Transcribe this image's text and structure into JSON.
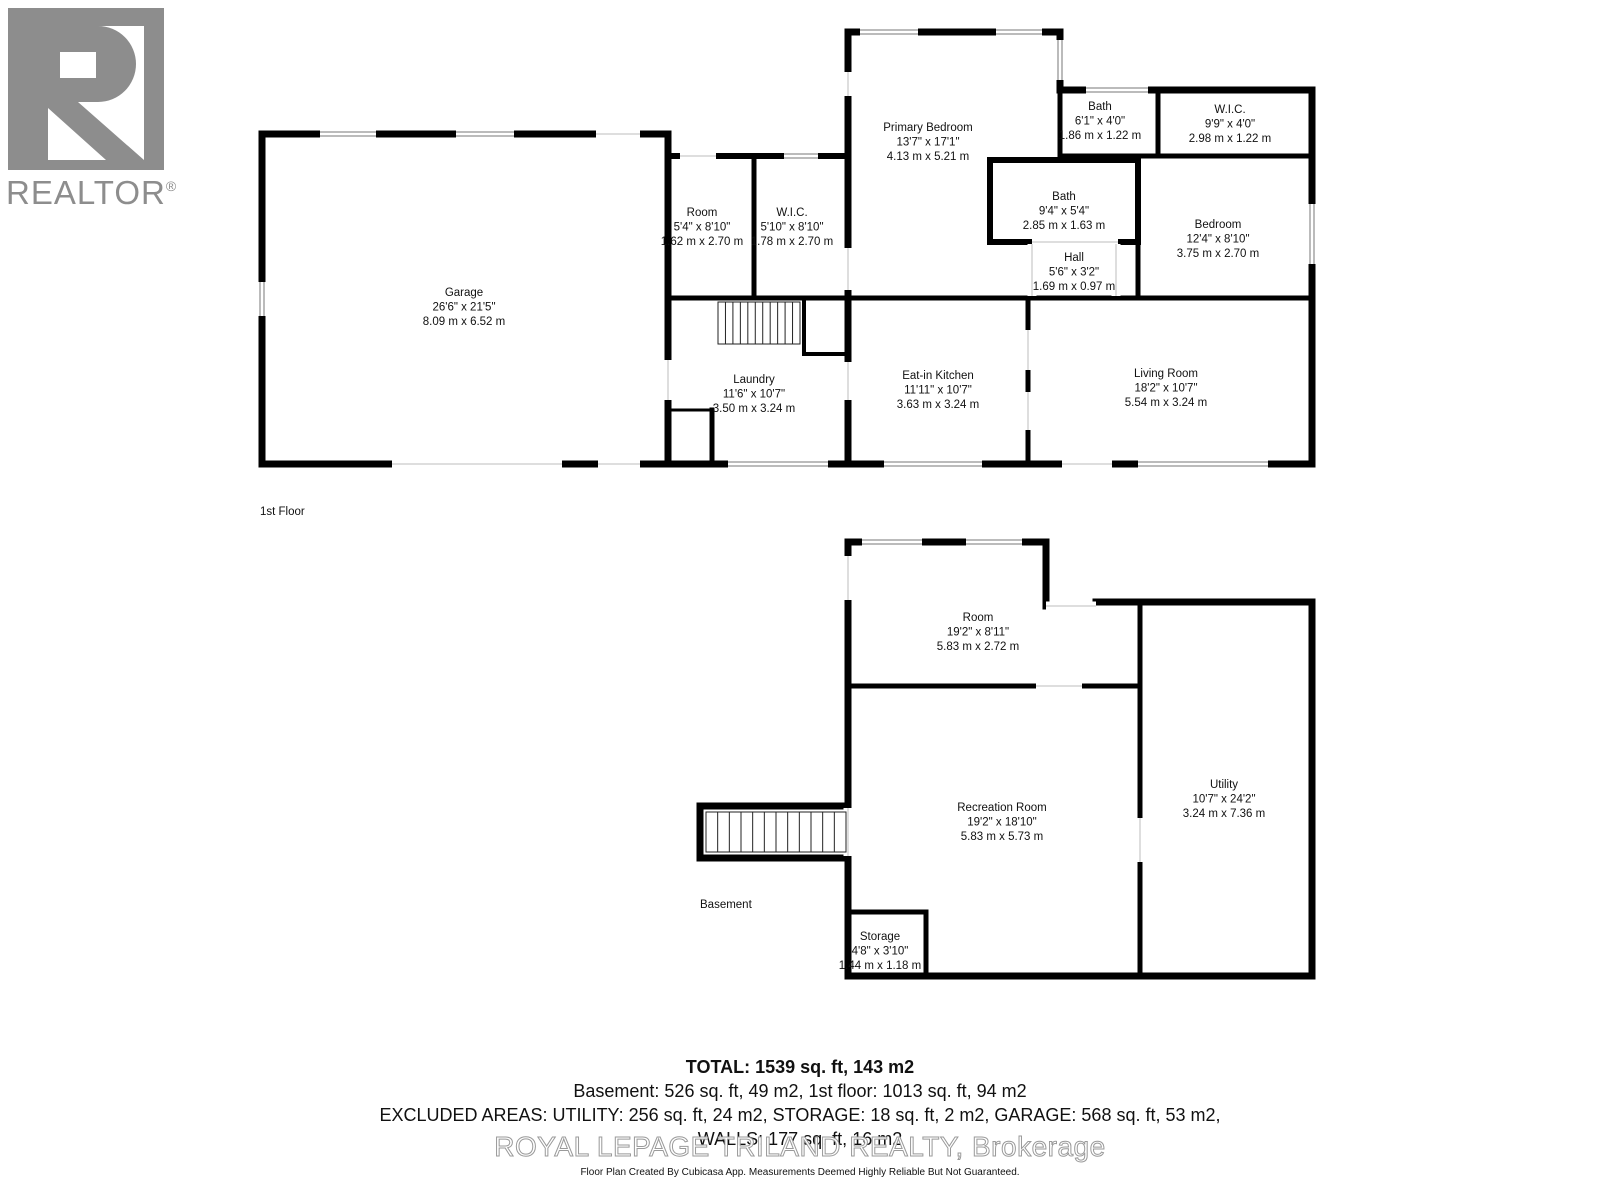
{
  "logo": {
    "text": "REALTOR",
    "mark": "®"
  },
  "floors": [
    {
      "id": "first",
      "label": "1st Floor"
    },
    {
      "id": "basement",
      "label": "Basement"
    }
  ],
  "rooms": [
    {
      "id": "garage",
      "name": "Garage",
      "imperial": "26'6\" x 21'5\"",
      "metric": "8.09 m x 6.52 m"
    },
    {
      "id": "room1",
      "name": "Room",
      "imperial": "5'4\" x 8'10\"",
      "metric": "1.62 m x 2.70 m"
    },
    {
      "id": "wic1",
      "name": "W.I.C.",
      "imperial": "5'10\" x 8'10\"",
      "metric": "1.78 m x 2.70 m"
    },
    {
      "id": "primary",
      "name": "Primary Bedroom",
      "imperial": "13'7\" x 17'1\"",
      "metric": "4.13 m x 5.21 m"
    },
    {
      "id": "bath1",
      "name": "Bath",
      "imperial": "6'1\" x 4'0\"",
      "metric": "1.86 m x 1.22 m"
    },
    {
      "id": "wic2",
      "name": "W.I.C.",
      "imperial": "9'9\" x 4'0\"",
      "metric": "2.98 m x 1.22 m"
    },
    {
      "id": "bath2",
      "name": "Bath",
      "imperial": "9'4\" x 5'4\"",
      "metric": "2.85 m x 1.63 m"
    },
    {
      "id": "bedroom",
      "name": "Bedroom",
      "imperial": "12'4\" x 8'10\"",
      "metric": "3.75 m x 2.70 m"
    },
    {
      "id": "hall",
      "name": "Hall",
      "imperial": "5'6\" x 3'2\"",
      "metric": "1.69 m x 0.97 m"
    },
    {
      "id": "laundry",
      "name": "Laundry",
      "imperial": "11'6\" x 10'7\"",
      "metric": "3.50 m x 3.24 m"
    },
    {
      "id": "kitchen",
      "name": "Eat-in Kitchen",
      "imperial": "11'11\" x 10'7\"",
      "metric": "3.63 m x 3.24 m"
    },
    {
      "id": "living",
      "name": "Living Room",
      "imperial": "18'2\" x 10'7\"",
      "metric": "5.54 m x 3.24 m"
    },
    {
      "id": "room2",
      "name": "Room",
      "imperial": "19'2\" x 8'11\"",
      "metric": "5.83 m x 2.72 m"
    },
    {
      "id": "recreation",
      "name": "Recreation Room",
      "imperial": "19'2\" x 18'10\"",
      "metric": "5.83 m x 5.73 m"
    },
    {
      "id": "utility",
      "name": "Utility",
      "imperial": "10'7\" x 24'2\"",
      "metric": "3.24 m x 7.36 m"
    },
    {
      "id": "storage",
      "name": "Storage",
      "imperial": "4'8\" x 3'10\"",
      "metric": "1.44 m x 1.18 m"
    }
  ],
  "summary": {
    "total": "TOTAL: 1539 sq. ft, 143 m2",
    "line1": "Basement: 526 sq. ft, 49 m2, 1st floor: 1013 sq. ft, 94 m2",
    "line2": "EXCLUDED AREAS: UTILITY: 256 sq. ft, 24 m2, STORAGE: 18 sq. ft, 2 m2, GARAGE: 568 sq. ft, 53 m2,",
    "line3": "WALLS: 177 sq. ft, 16 m2"
  },
  "watermark": "ROYAL LEPAGE TRILAND REALTY, Brokerage",
  "footnote": "Floor Plan Created By Cubicasa App. Measurements Deemed Highly Reliable But Not Guaranteed.",
  "colors": {
    "wall": "#000000",
    "logo": "#8d8d8d",
    "background": "#ffffff"
  }
}
